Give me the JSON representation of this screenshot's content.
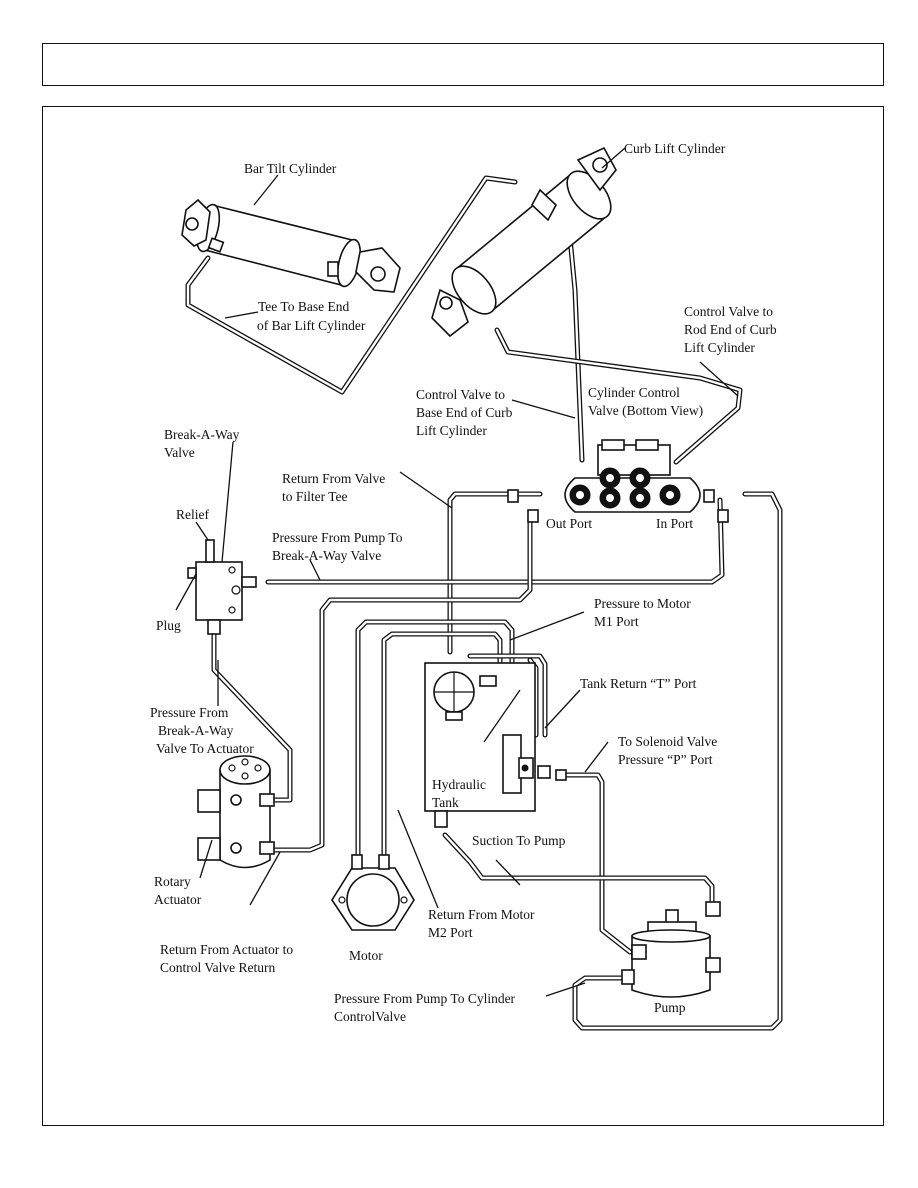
{
  "labels": {
    "bar_tilt_cylinder": "Bar Tilt Cylinder",
    "curb_lift_cylinder": "Curb Lift Cylinder",
    "tee_to_base_end_1": "Tee To  Base End",
    "tee_to_base_end_2": "of Bar Lift Cylinder",
    "cv_rod_end_1": "Control Valve to",
    "cv_rod_end_2": "Rod End of Curb",
    "cv_rod_end_3": "Lift Cylinder",
    "cv_base_end_1": "Control Valve to",
    "cv_base_end_2": "Base End of Curb",
    "cv_base_end_3": "Lift Cylinder",
    "cyl_control_valve_1": "Cylinder Control",
    "cyl_control_valve_2": "Valve (Bottom View)",
    "break_a_way_valve_1": "Break-A-Way",
    "break_a_way_valve_2": "Valve",
    "return_from_valve_1": "Return From Valve",
    "return_from_valve_2": "to Filter Tee",
    "relief": "Relief",
    "out_port": "Out Port",
    "in_port": "In Port",
    "pressure_pump_bav_1": "Pressure From Pump To",
    "pressure_pump_bav_2": "Break-A-Way  Valve",
    "plug": "Plug",
    "pressure_motor_m1_1": "Pressure to Motor",
    "pressure_motor_m1_2": "M1  Port",
    "tank_return_t": "Tank Return “T” Port",
    "pressure_bav_actuator_1": "Pressure  From",
    "pressure_bav_actuator_2": "Break-A-Way",
    "pressure_bav_actuator_3": "Valve To Actuator",
    "to_solenoid_1": "To Solenoid Valve",
    "to_solenoid_2": "Pressure “P”    Port",
    "hydraulic_tank_1": "Hydraulic",
    "hydraulic_tank_2": "Tank",
    "suction_to_pump": "Suction To Pump",
    "rotary_actuator_1": "Rotary",
    "rotary_actuator_2": "Actuator",
    "return_from_motor_m2_1": "Return From Motor",
    "return_from_motor_m2_2": "M2  Port",
    "return_actuator_1": "Return From  Actuator to",
    "return_actuator_2": "Control  Valve Return",
    "motor": "Motor",
    "pressure_pump_cyl_cv_1": "Pressure  From Pump To Cylinder",
    "pressure_pump_cyl_cv_2": "ControlValve",
    "pump": "Pump"
  }
}
